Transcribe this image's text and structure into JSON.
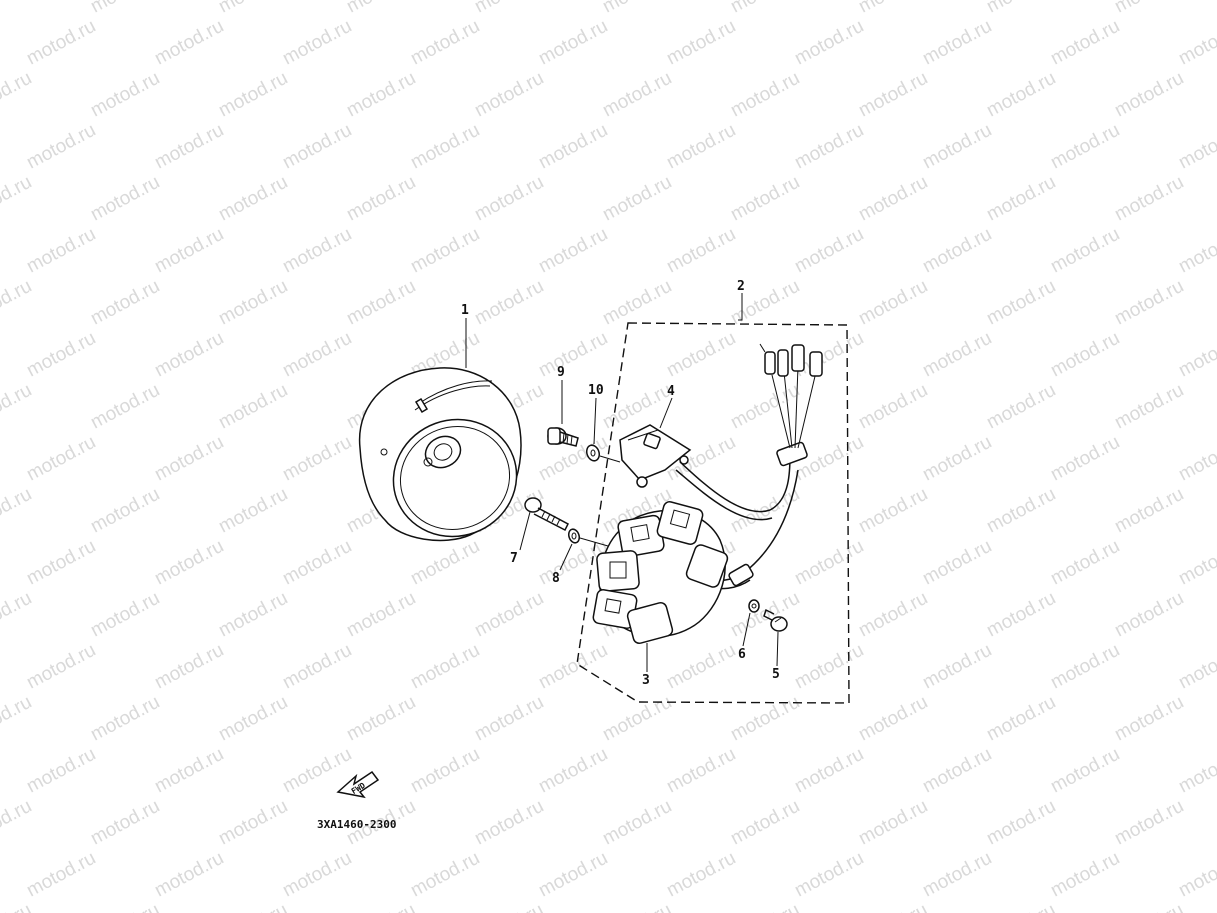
{
  "watermark": {
    "text": "motod.ru"
  },
  "diagram_code": "3XA1460-2300",
  "fwd_label": "FWD",
  "callouts": [
    "1",
    "2",
    "3",
    "4",
    "5",
    "6",
    "7",
    "8",
    "9",
    "10"
  ],
  "icons": {
    "fwd": "fwd-arrow-icon"
  },
  "colors": {
    "line": "#111111",
    "watermark": "#d9d9d9",
    "background": "#ffffff"
  }
}
